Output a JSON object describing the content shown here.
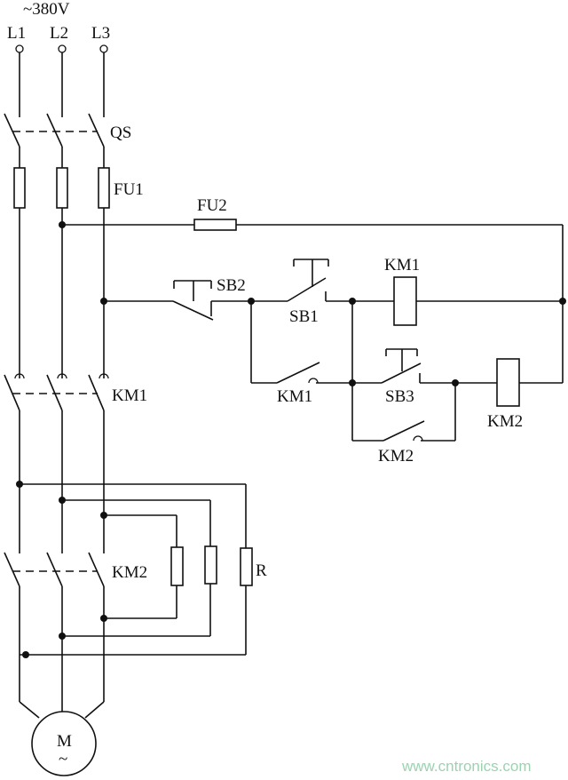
{
  "supply": {
    "voltage": "~380V",
    "phases": [
      "L1",
      "L2",
      "L3"
    ]
  },
  "labels": {
    "qs": "QS",
    "fu1": "FU1",
    "fu2": "FU2",
    "sb2": "SB2",
    "sb1": "SB1",
    "sb3": "SB3",
    "km1_coil": "KM1",
    "km1_contact": "KM1",
    "km1_main": "KM1",
    "km2_coil": "KM2",
    "km2_contact": "KM2",
    "km2_main": "KM2",
    "r": "R",
    "motor": "M",
    "motor_ac": "~"
  },
  "watermark": "www.cntronics.com"
}
